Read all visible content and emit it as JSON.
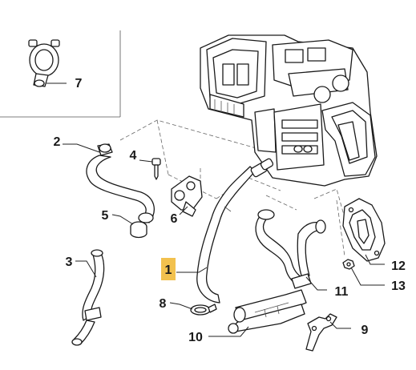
{
  "diagram": {
    "callouts": [
      {
        "id": "1",
        "label": "1",
        "highlighted": true
      },
      {
        "id": "2",
        "label": "2"
      },
      {
        "id": "3",
        "label": "3"
      },
      {
        "id": "4",
        "label": "4"
      },
      {
        "id": "5",
        "label": "5"
      },
      {
        "id": "6",
        "label": "6"
      },
      {
        "id": "7",
        "label": "7"
      },
      {
        "id": "8",
        "label": "8"
      },
      {
        "id": "9",
        "label": "9"
      },
      {
        "id": "10",
        "label": "10"
      },
      {
        "id": "11",
        "label": "11"
      },
      {
        "id": "12",
        "label": "12"
      },
      {
        "id": "13",
        "label": "13"
      }
    ],
    "colors": {
      "highlight": "#f2c14e",
      "line": "#1a1a1a",
      "background": "#ffffff"
    }
  }
}
